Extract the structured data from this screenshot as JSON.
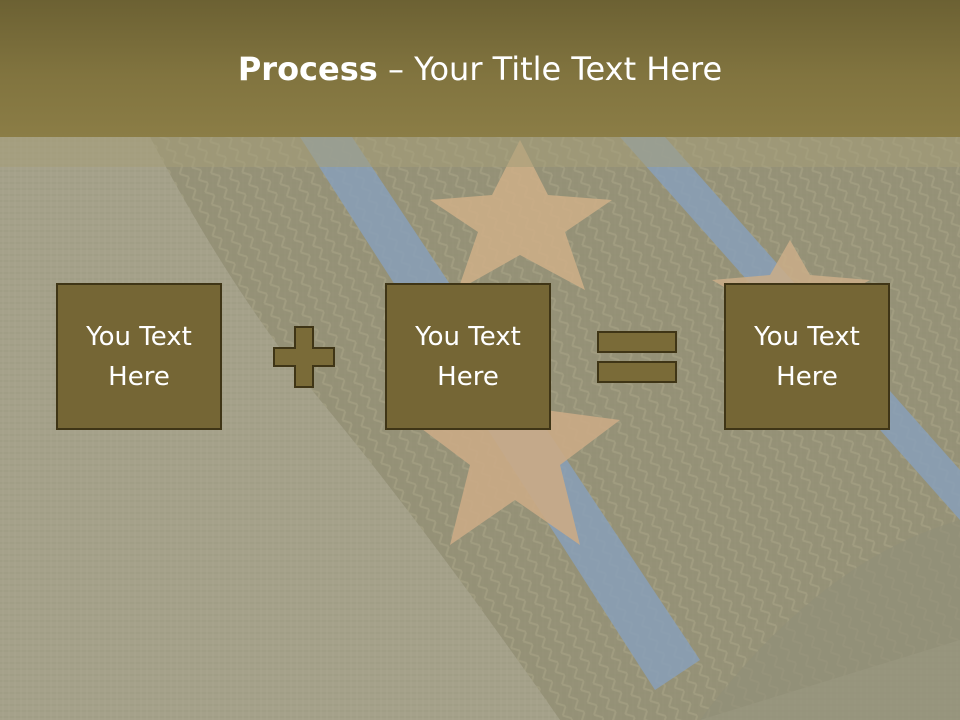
{
  "slide": {
    "title_bold": "Process",
    "title_rest": " – Your Title Text Here",
    "boxes": [
      {
        "text": "You Text Here"
      },
      {
        "text": "You Text Here"
      },
      {
        "text": "You Text Here"
      }
    ],
    "operators": [
      "plus-icon",
      "equals-icon"
    ],
    "colors": {
      "title_bar": "#7a6d3a",
      "box_fill": "#756635",
      "box_border": "#3f3516",
      "operator_fill": "#7a6b38",
      "text": "#ffffff"
    }
  }
}
